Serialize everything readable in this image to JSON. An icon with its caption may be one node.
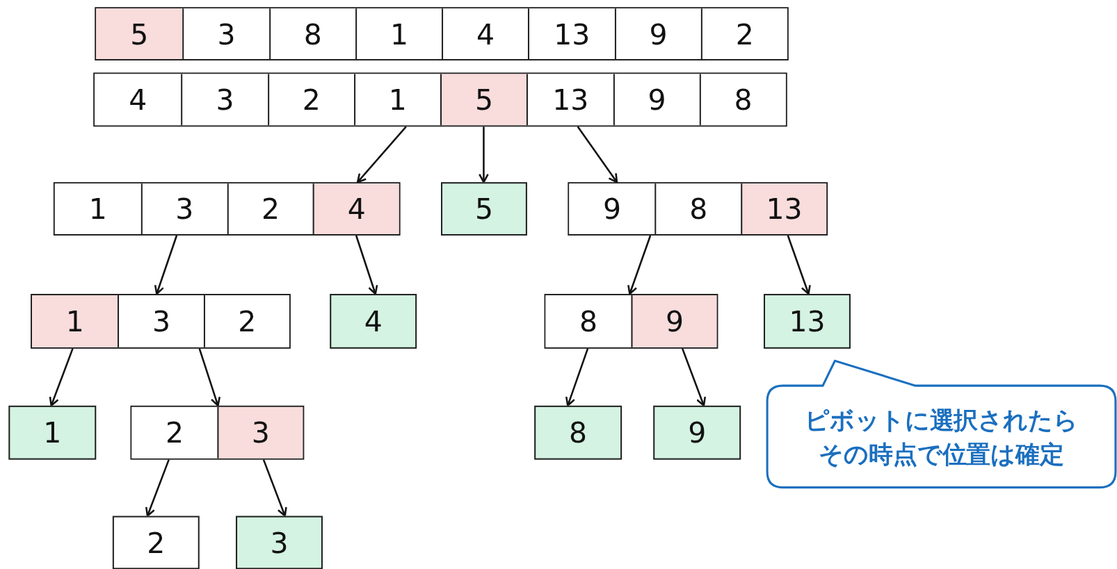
{
  "diagram": {
    "nodes": [
      {
        "text": [],
        "shape": "box"
      },
      {
        "text": [
          "5"
        ],
        "in": 0
      },
      {
        "text": [
          "3"
        ],
        "in": 0
      },
      {
        "text": [
          "8"
        ],
        "in": 0
      },
      {
        "text": [
          "1"
        ],
        "in": 0
      },
      {
        "text": [
          "4"
        ],
        "in": 0
      },
      {
        "text": [
          "13"
        ],
        "in": 0
      },
      {
        "text": [
          "9"
        ],
        "in": 0
      },
      {
        "text": [
          "2"
        ],
        "in": 0
      },
      {
        "text": [],
        "shape": "box"
      },
      {
        "text": [
          "4"
        ],
        "in": 9
      },
      {
        "text": [
          "3"
        ],
        "in": 9
      },
      {
        "text": [
          "2"
        ],
        "in": 9
      },
      {
        "text": [
          "1"
        ],
        "in": 9
      },
      {
        "text": [
          "5"
        ],
        "in": 9
      },
      {
        "text": [
          "13"
        ],
        "in": 9
      },
      {
        "text": [
          "9"
        ],
        "in": 9
      },
      {
        "text": [
          "8"
        ],
        "in": 9
      },
      {
        "text": [],
        "shape": "box"
      },
      {
        "text": [
          "1"
        ],
        "in": 18
      },
      {
        "text": [
          "3"
        ],
        "in": 18
      },
      {
        "text": [
          "2"
        ],
        "in": 18
      },
      {
        "text": [
          "4"
        ],
        "in": 18
      },
      {
        "text": [
          "5"
        ]
      },
      {
        "text": [],
        "shape": "box"
      },
      {
        "text": [
          "9"
        ],
        "in": 24
      },
      {
        "text": [
          "8"
        ],
        "in": 24
      },
      {
        "text": [
          "13"
        ],
        "in": 24
      },
      {
        "text": [],
        "shape": "box"
      },
      {
        "text": [
          "1"
        ],
        "in": 28
      },
      {
        "text": [
          "3"
        ],
        "in": 28
      },
      {
        "text": [
          "2"
        ],
        "in": 28
      },
      {
        "text": [
          "4"
        ]
      },
      {
        "text": [],
        "shape": "box"
      },
      {
        "text": [
          "8"
        ],
        "in": 33
      },
      {
        "text": [
          "9"
        ],
        "in": 33
      },
      {
        "text": [
          "13"
        ]
      },
      {
        "text": [
          "1"
        ]
      },
      {
        "text": [],
        "shape": "box"
      },
      {
        "text": [
          "2"
        ],
        "in": 38
      },
      {
        "text": [
          "3"
        ],
        "in": 38
      },
      {
        "text": [
          "8"
        ]
      },
      {
        "text": [
          "9"
        ]
      },
      {
        "text": [
          "ピボットに選択されたらその時点で位置は確定"
        ]
      },
      {
        "text": [
          "2"
        ]
      },
      {
        "text": [
          "3"
        ]
      }
    ],
    "edges": [
      {
        "from": 9,
        "to": 18,
        "arrow": "to"
      },
      {
        "from": 9,
        "to": 23,
        "arrow": "to"
      },
      {
        "from": 9,
        "to": 24,
        "arrow": "to"
      },
      {
        "from": 18,
        "to": 28,
        "arrow": "to"
      },
      {
        "from": 18,
        "to": 32,
        "arrow": "to"
      },
      {
        "from": 24,
        "to": 33,
        "arrow": "to"
      },
      {
        "from": 24,
        "to": 36,
        "arrow": "to"
      },
      {
        "from": 28,
        "to": 37,
        "arrow": "to"
      },
      {
        "from": 28,
        "to": 38,
        "arrow": "to"
      },
      {
        "from": 33,
        "to": 41,
        "arrow": "to"
      },
      {
        "from": 33,
        "to": 42,
        "arrow": "to"
      },
      {
        "from": 38,
        "to": 44,
        "arrow": "to"
      },
      {
        "from": 38,
        "to": 45,
        "arrow": "to"
      }
    ]
  }
}
